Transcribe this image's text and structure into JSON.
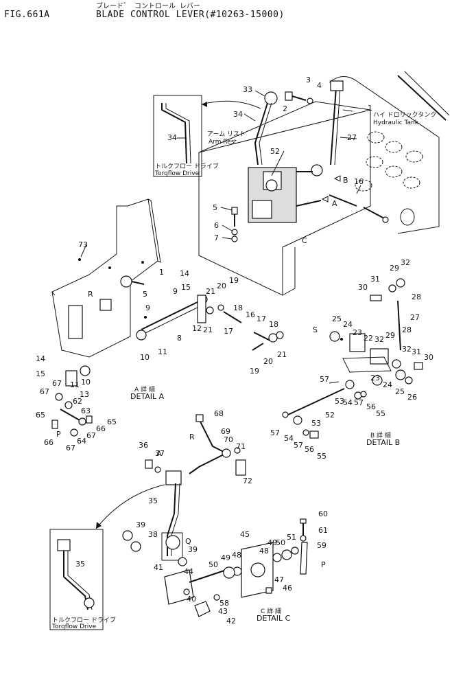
{
  "header": {
    "fig": "FIG.661A",
    "jp_title": "ブレード゛ コントロール レバー",
    "title": "BLADE CONTROL LEVER(#10263-15000)"
  },
  "insets": [
    {
      "part": "34",
      "jp": "トルクフロー ドライブ",
      "en": "Torqflow Drive"
    },
    {
      "part": "35",
      "jp": "トルクフロー ドライブ",
      "en": "Torqflow Drive"
    }
  ],
  "annotations": {
    "arm_rest_jp": "アーム リスト",
    "arm_rest_en": "Arm Rest",
    "tank_jp": "ハイ ドロリックタンク",
    "tank_en": "Hydraulic Tank"
  },
  "details": [
    {
      "jp": "A 詳 細",
      "en": "DETAIL A"
    },
    {
      "jp": "B 詳 細",
      "en": "DETAIL B"
    },
    {
      "jp": "C 詳 細",
      "en": "DETAIL C"
    }
  ],
  "callouts": [
    "1",
    "2",
    "3",
    "4",
    "5",
    "6",
    "7",
    "8",
    "9",
    "10",
    "11",
    "12",
    "13",
    "14",
    "15",
    "16",
    "17",
    "18",
    "19",
    "20",
    "21",
    "22",
    "23",
    "24",
    "25",
    "26",
    "27",
    "28",
    "29",
    "30",
    "31",
    "32",
    "33",
    "34",
    "35",
    "36",
    "37",
    "38",
    "39",
    "40",
    "41",
    "42",
    "43",
    "44",
    "45",
    "46",
    "47",
    "48",
    "49",
    "50",
    "51",
    "52",
    "53",
    "54",
    "55",
    "56",
    "57",
    "58",
    "59",
    "60",
    "61",
    "62",
    "63",
    "64",
    "65",
    "66",
    "67",
    "68",
    "69",
    "70",
    "71",
    "72",
    "73",
    "A",
    "B",
    "C",
    "P",
    "Q",
    "R",
    "S"
  ]
}
